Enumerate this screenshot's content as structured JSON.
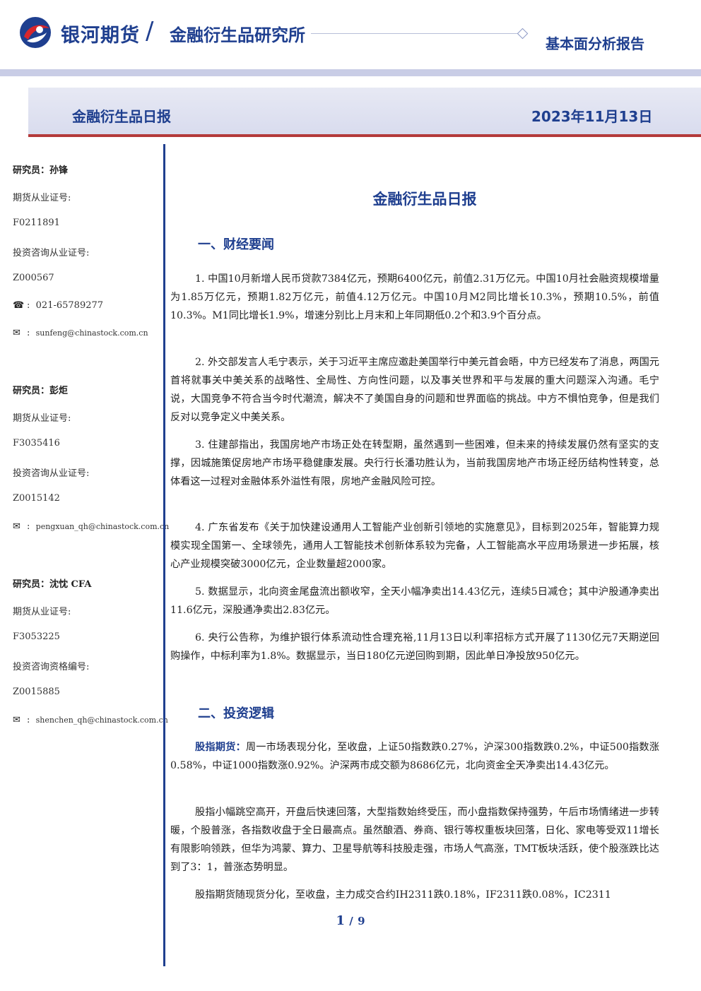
{
  "header": {
    "brand": "银河期货",
    "slash": "/",
    "institute": "金融衍生品研究所",
    "report_type": "基本面分析报告",
    "colors": {
      "primary": "#1f3f8f",
      "accent": "#b43a3a"
    }
  },
  "band": {
    "title": "金融衍生品日报",
    "date": "2023年11月13日"
  },
  "sidebar": {
    "analysts": [
      {
        "name_line": "研究员：孙锋",
        "license_label": "期货从业证号:",
        "license_no": "F0211891",
        "consult_label": "投资咨询从业证号:",
        "consult_no": "Z000567",
        "phone_icon": "phone-icon",
        "phone": "021-65789277",
        "mail_icon": "mail-icon",
        "email": "sunfeng@chinastock.com.cn"
      },
      {
        "name_line": "研究员：彭炬",
        "license_label": "期货从业证号:",
        "license_no": "F3035416",
        "consult_label": "投资咨询从业证号:",
        "consult_no": "Z0015142",
        "mail_icon": "mail-icon",
        "email": "pengxuan_qh@chinastock.com.cn"
      },
      {
        "name_line": "研究员：沈忱  CFA",
        "license_label": "期货从业证号:",
        "license_no": "F3053225",
        "consult_label": "投资咨询资格编号:",
        "consult_no": "Z0015885",
        "mail_icon": "mail-icon",
        "email": "shenchen_qh@chinastock.com.cn"
      }
    ]
  },
  "main": {
    "title": "金融衍生品日报",
    "section1": "一、财经要闻",
    "news": [
      "1. 中国10月新增人民币贷款7384亿元，预期6400亿元，前值2.31万亿元。中国10月社会融资规模增量为1.85万亿元，预期1.82万亿元，前值4.12万亿元。中国10月M2同比增长10.3%，预期10.5%，前值10.3%。M1同比增长1.9%，增速分别比上月末和上年同期低0.2个和3.9个百分点。",
      "2. 外交部发言人毛宁表示，关于习近平主席应邀赴美国举行中美元首会晤，中方已经发布了消息，两国元首将就事关中美关系的战略性、全局性、方向性问题，以及事关世界和平与发展的重大问题深入沟通。毛宁说，大国竞争不符合当今时代潮流，解决不了美国自身的问题和世界面临的挑战。中方不惧怕竞争，但是我们反对以竞争定义中美关系。",
      "3. 住建部指出，我国房地产市场正处在转型期，虽然遇到一些困难，但未来的持续发展仍然有坚实的支撑，因城施策促房地产市场平稳健康发展。央行行长潘功胜认为，当前我国房地产市场正经历结构性转变，总体看这一过程对金融体系外溢性有限，房地产金融风险可控。",
      "4. 广东省发布《关于加快建设通用人工智能产业创新引领地的实施意见》，目标到2025年，智能算力规模实现全国第一、全球领先，通用人工智能技术创新体系较为完备，人工智能高水平应用场景进一步拓展，核心产业规模突破3000亿元，企业数量超2000家。",
      "5. 数据显示，北向资金尾盘流出额收窄，全天小幅净卖出14.43亿元，连续5日减仓；其中沪股通净卖出11.6亿元，深股通净卖出2.83亿元。",
      "6. 央行公告称，为维护银行体系流动性合理充裕,11月13日以利率招标方式开展了1130亿元7天期逆回购操作，中标利率为1.8%。数据显示，当日180亿元逆回购到期，因此单日净投放950亿元。"
    ],
    "section2": "二、投资逻辑",
    "logic_lead": "股指期货：",
    "logic": [
      "周一市场表现分化，至收盘，上证50指数跌0.27%，沪深300指数跌0.2%，中证500指数涨0.58%，中证1000指数涨0.92%。沪深两市成交额为8686亿元，北向资金全天净卖出14.43亿元。",
      "股指小幅跳空高开，开盘后快速回落，大型指数始终受压，而小盘指数保持强势，午后市场情绪进一步转暖，个股普涨，各指数收盘于全日最高点。虽然酿酒、券商、银行等权重板块回落，日化、家电等受双11增长有限影响领跌，但华为鸿蒙、算力、卫星导航等科技股走强，市场人气高涨，TMT板块活跃，使个股涨跌比达到了3：1，普涨态势明显。",
      "股指期货随现货分化，至收盘，主力成交合约IH2311跌0.18%，IF2311跌0.08%，IC2311"
    ]
  },
  "footer": {
    "page": "1",
    "separator": "/",
    "total": "9"
  }
}
